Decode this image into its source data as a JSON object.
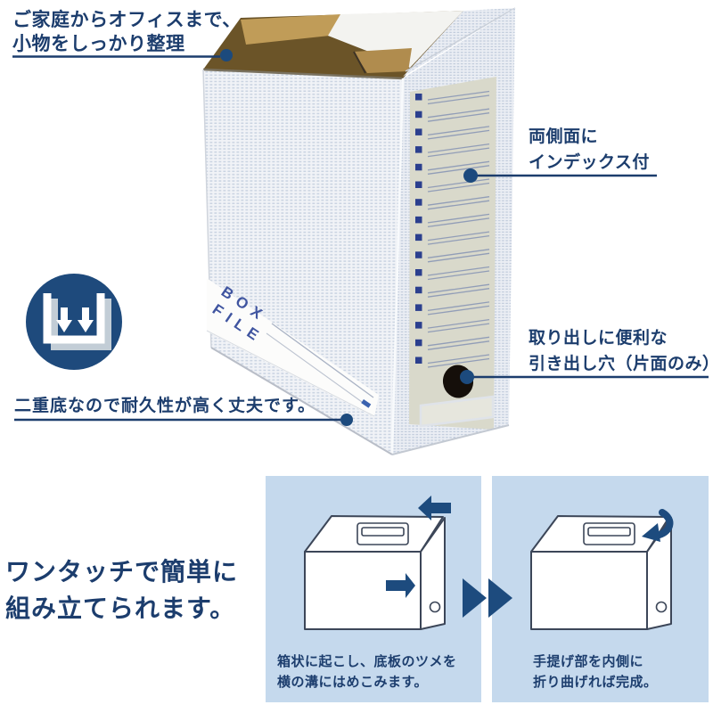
{
  "palette": {
    "navy_text": "#1c3d6d",
    "callout_line": "#1c3d6d",
    "arrow_navy": "#1d4b7e",
    "panel_bg": "#c5d9ed",
    "icon_circle_bg": "#1e4a7c",
    "index_square": "#2b3f8e",
    "kraft_interior": "#6b5428",
    "label_text_blue": "#4055a0"
  },
  "callouts": {
    "home_office": {
      "line1": "ご家庭からオフィスまで、",
      "line2": "小物をしっかり整理"
    },
    "index_tabs": {
      "line1": "両側面に",
      "line2": "インデックス付"
    },
    "pull_hole": {
      "line1": "取り出しに便利な",
      "line2": "引き出し穴（片面のみ）"
    },
    "double_bottom": {
      "text": "二重底なので耐久性が高く丈夫です。"
    },
    "one_touch": {
      "line1": "ワンタッチで簡単に",
      "line2": "組み立てられます。"
    }
  },
  "product": {
    "label_line1": "BOX",
    "label_line2": "FILE"
  },
  "steps": [
    {
      "caption_line1": "箱状に起こし、底板のツメを",
      "caption_line2": "横の溝にはめこみます。"
    },
    {
      "caption_line1": "手提げ部を内側に",
      "caption_line2": "折り曲げれば完成。"
    }
  ]
}
